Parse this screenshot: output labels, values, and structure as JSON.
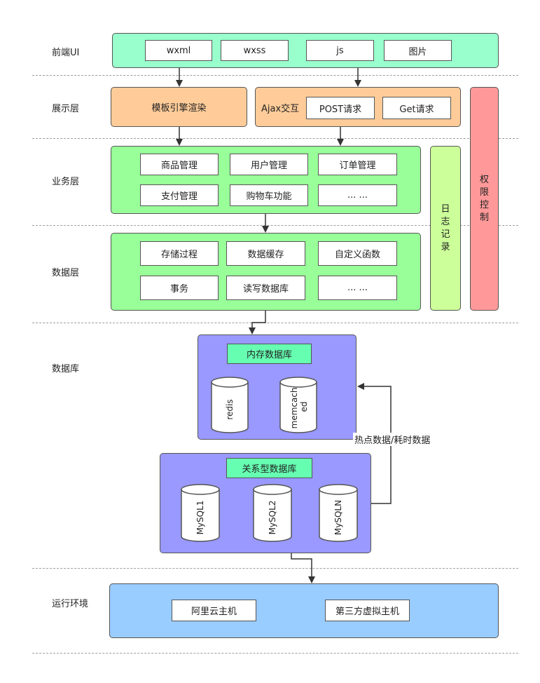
{
  "layers": {
    "frontend": "前端UI",
    "presentation": "展示层",
    "business": "业务层",
    "data": "数据层",
    "database": "数据库",
    "runtime": "运行环境"
  },
  "frontend": {
    "items": [
      "wxml",
      "wxss",
      "js",
      "图片"
    ]
  },
  "presentation": {
    "template": "模板引擎渲染",
    "ajax": "Ajax交互",
    "post": "POST请求",
    "get": "Get请求"
  },
  "business": {
    "items": [
      "商品管理",
      "用户管理",
      "订单管理",
      "支付管理",
      "购物车功能",
      "... ..."
    ]
  },
  "data_layer": {
    "items": [
      "存储过程",
      "数据缓存",
      "自定义函数",
      "事务",
      "读写数据库",
      "... ..."
    ]
  },
  "side": {
    "log": [
      "日",
      "志",
      "记",
      "录"
    ],
    "auth": [
      "权",
      "限",
      "控",
      "制"
    ]
  },
  "database": {
    "memory_title": "内存数据库",
    "memory_dbs": [
      "redis",
      "memcached"
    ],
    "relational_title": "关系型数据库",
    "relational_dbs": [
      "MySQL1",
      "MySQL2",
      "MySQLN"
    ],
    "hot_data_label": "热点数据/耗时数据"
  },
  "runtime": {
    "items": [
      "阿里云主机",
      "第三方虚拟主机"
    ]
  },
  "colors": {
    "frontend": "#99ffcc",
    "presentation": "#ffcc99",
    "business": "#99ff99",
    "log": "#ccff99",
    "auth": "#ff9999",
    "database": "#9999ff",
    "db_title": "#66ffb2",
    "runtime": "#99ccff"
  }
}
